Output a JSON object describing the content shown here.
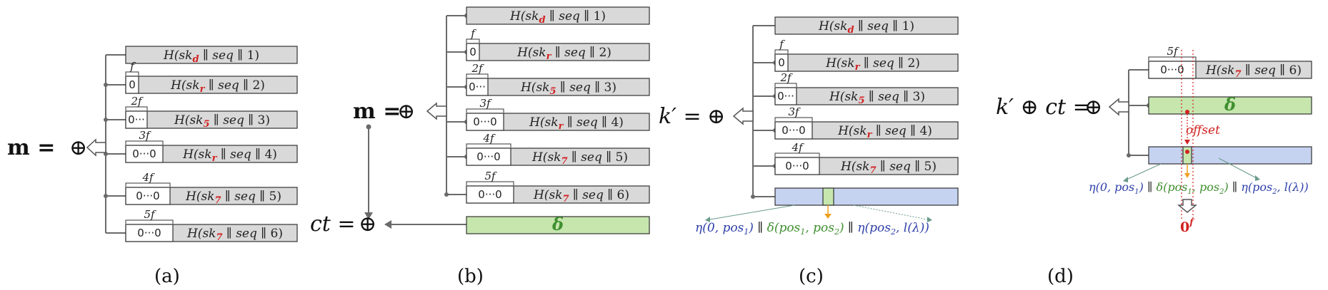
{
  "colors": {
    "hash_fill": "#d9d9d9",
    "delta_fill": "#c6e6ae",
    "blue_fill": "#c5d2f0",
    "eta_text": "#2e3fa8",
    "delta_text": "#3f8f2f",
    "red": "#d22222",
    "line": "#6a6a6a",
    "orange": "#f0a020"
  },
  "common": {
    "H": "H(sk",
    "sep": " ∥ ",
    "seq": "seq",
    "close": ")",
    "xor": "⊕",
    "delta": "δ"
  },
  "panel_a": {
    "caption": "(a)",
    "lhs": "m =",
    "rows": [
      {
        "sub": "d",
        "n": "1",
        "f": "",
        "z": ""
      },
      {
        "sub": "r",
        "n": "2",
        "f": "f",
        "z": "0"
      },
      {
        "sub": "5",
        "n": "3",
        "f": "2f",
        "z": "0···"
      },
      {
        "sub": "r",
        "n": "4",
        "f": "3f",
        "z": "0···0"
      },
      {
        "sub": "7",
        "n": "5",
        "f": "4f",
        "z": "0···0"
      },
      {
        "sub": "7",
        "n": "6",
        "f": "5f",
        "z": "0···0"
      }
    ]
  },
  "panel_b": {
    "caption": "(b)",
    "lhs": "m =",
    "ct_lhs": "ct =",
    "rows": [
      {
        "sub": "d",
        "n": "1",
        "f": "",
        "z": ""
      },
      {
        "sub": "r",
        "n": "2",
        "f": "f",
        "z": "0"
      },
      {
        "sub": "5",
        "n": "3",
        "f": "2f",
        "z": "0···"
      },
      {
        "sub": "r",
        "n": "4",
        "f": "3f",
        "z": "0···0"
      },
      {
        "sub": "7",
        "n": "5",
        "f": "4f",
        "z": "0···0"
      },
      {
        "sub": "7",
        "n": "6",
        "f": "5f",
        "z": "0···0"
      }
    ]
  },
  "panel_c": {
    "caption": "(c)",
    "lhs": "k′ =",
    "rows": [
      {
        "sub": "d",
        "n": "1",
        "f": "",
        "z": ""
      },
      {
        "sub": "r",
        "n": "2",
        "f": "f",
        "z": "0"
      },
      {
        "sub": "5",
        "n": "3",
        "f": "2f",
        "z": "0···"
      },
      {
        "sub": "r",
        "n": "4",
        "f": "3f",
        "z": "0···0"
      },
      {
        "sub": "7",
        "n": "5",
        "f": "4f",
        "z": "0···0"
      }
    ],
    "bottom_label": {
      "eta1": "η(0, pos",
      "eta1_sub": "1",
      "delta": "δ(pos",
      "delta_sub1": "1",
      "delta_mid": ", pos",
      "delta_sub2": "2",
      "eta2": "η(pos",
      "eta2_sub": "2",
      "eta2_end": ", l(λ))"
    }
  },
  "panel_d": {
    "caption": "(d)",
    "lhs": "k′ ⊕ ct =",
    "row": {
      "sub": "7",
      "n": "6",
      "f": "5f",
      "z": "0···0"
    },
    "offset_label": "offset",
    "zero_label": "0",
    "zero_sup": "f"
  }
}
